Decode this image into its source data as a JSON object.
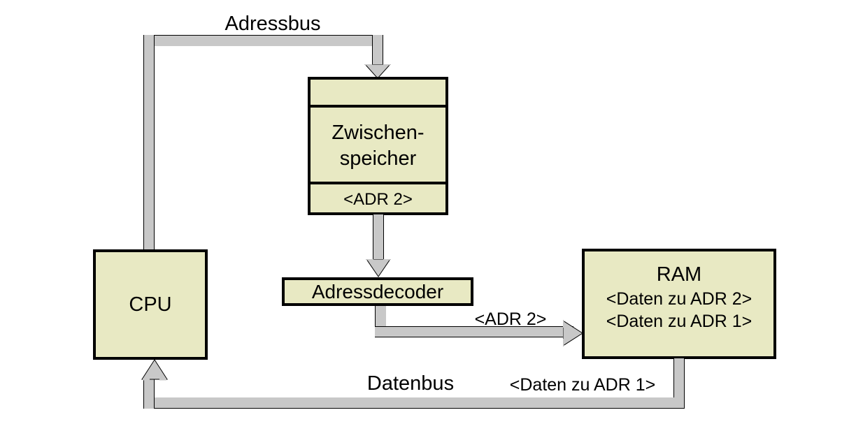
{
  "diagram": {
    "title": "CPU / Zwischenspeicher / Adressdecoder / RAM Busdiagramm",
    "colors": {
      "box_fill": "#e8e9c3",
      "box_border": "#000000",
      "bus_fill": "#c8c8c8",
      "bus_border": "#000000",
      "background": "#ffffff",
      "text": "#000000"
    },
    "buses": {
      "address_bus_label": "Adressbus",
      "data_bus_label": "Datenbus",
      "address_value_label": "<ADR 2>",
      "data_value_label": "<Daten zu ADR 1>"
    },
    "nodes": {
      "cpu": {
        "label": "CPU"
      },
      "zwischenspeicher": {
        "top_row": "",
        "name_line_1": "Zwischen-",
        "name_line_2": "speicher",
        "value_row": "<ADR 2>"
      },
      "adressdecoder": {
        "label": "Adressdecoder"
      },
      "ram": {
        "title": "RAM",
        "cell_1": "<Daten zu ADR 2>",
        "cell_2": "<Daten zu ADR 1>"
      }
    },
    "edges": [
      {
        "from": "cpu",
        "to": "zwischenspeicher",
        "via": "address-bus",
        "label": "Adressbus"
      },
      {
        "from": "zwischenspeicher",
        "to": "adressdecoder",
        "via": "address-line",
        "label": ""
      },
      {
        "from": "adressdecoder",
        "to": "ram",
        "via": "address-line",
        "label": "<ADR 2>"
      },
      {
        "from": "ram",
        "to": "cpu",
        "via": "data-bus",
        "label": "Datenbus <Daten zu ADR 1>"
      }
    ]
  }
}
